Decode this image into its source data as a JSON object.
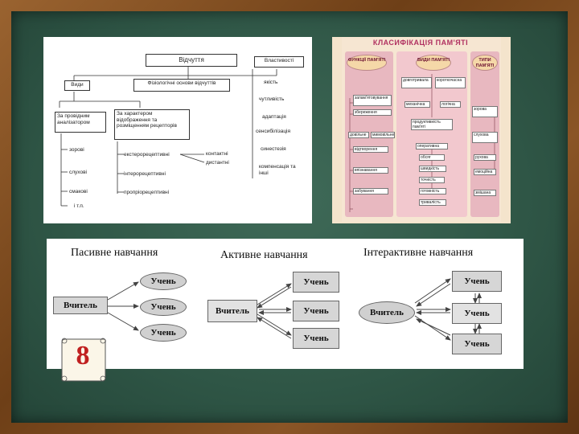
{
  "sensation": {
    "title": "Відчуття",
    "properties": "Властивості",
    "types": "Види",
    "basis": "Фізіологічні основи відчуттів",
    "by_analyzer": "За провідним аналізатором",
    "by_character": "За характером відображення та розміщенням рецепторів",
    "analyzer_items": [
      "зорові",
      "слухові",
      "смакові",
      "і т.п."
    ],
    "receptor_items": [
      "екстерорецептивні",
      "інтерорецептивні",
      "пропріорецептивні"
    ],
    "contact_items": [
      "контактні",
      "дистантні"
    ],
    "property_items": [
      "якість",
      "чутливість",
      "адаптація",
      "сенсибілізація",
      "синестезія",
      "компенсація та інші"
    ]
  },
  "memory": {
    "title": "КЛАСИФІКАЦІЯ ПАМ'ЯТІ",
    "col_functions": "ФУНКЦІЇ ПАМ'ЯТІ",
    "col_kinds": "ВИДИ ПАМ'ЯТІ",
    "col_types": "ТИПИ ПАМ'ЯТІ",
    "func_items": [
      "запам'ятовування",
      "збереження",
      "відтворення",
      "впізнавання",
      "забування"
    ],
    "func_sub": [
      "довільне",
      "мимовільне"
    ],
    "kind_top": [
      "довготривала",
      "короткочасна"
    ],
    "kind_mid": [
      "механічна",
      "логічна"
    ],
    "kind_items": [
      "оперативна",
      "обсяг",
      "швидкість",
      "точність",
      "готовність",
      "тривалість"
    ],
    "kind_dev": "продуктивність пам'яті",
    "type_items": [
      "зорова",
      "слухова",
      "рухова",
      "емоційна",
      "змішана"
    ]
  },
  "passive": {
    "title": "Пасивне навчання",
    "teacher": "Вчитель",
    "students": [
      "Учень",
      "Учень",
      "Учень"
    ]
  },
  "active": {
    "title": "Активне навчання",
    "teacher": "Вчитель",
    "students": [
      "Учень",
      "Учень",
      "Учень"
    ]
  },
  "interactive": {
    "title": "Інтерактивне навчання",
    "teacher": "Вчитель",
    "students": [
      "Учень",
      "Учень",
      "Учень"
    ]
  },
  "slide_number": "8"
}
